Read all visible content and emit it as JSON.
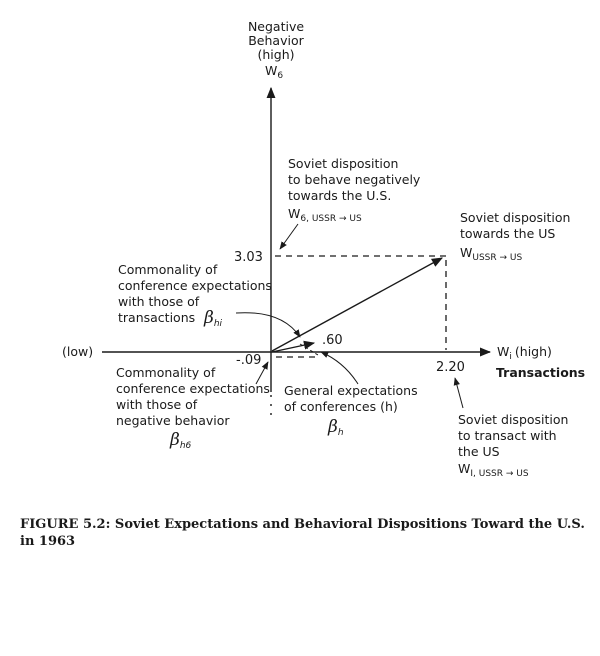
{
  "figure": {
    "y_axis": {
      "label_lines": [
        "Negative",
        "Behavior",
        "(high)"
      ],
      "var": "W",
      "var_sub": "6"
    },
    "x_axis": {
      "low_label": "(low)",
      "var": "W",
      "var_sub": "i",
      "high_label": "(high)",
      "title": "Transactions"
    },
    "values": {
      "w6": "3.03",
      "wi": "2.20",
      "beta_hi": ".60",
      "beta_h6": "-.09"
    },
    "annotations": {
      "w6_note": {
        "lines": [
          "Soviet disposition",
          "to behave negatively",
          "towards the U.S."
        ],
        "var": "W",
        "sub": "6, USSR → US"
      },
      "vector_note": {
        "lines": [
          "Soviet disposition",
          "towards the US"
        ],
        "var": "W",
        "sub": "USSR → US"
      },
      "beta_hi_note": {
        "lines": [
          "Commonality of",
          "conference expectations",
          "with those of",
          "transactions"
        ],
        "greek": "β",
        "sub": "hi"
      },
      "beta_h6_note": {
        "lines": [
          "Commonality of",
          "conference expectations",
          "with those of",
          "negative behavior"
        ],
        "greek": "β",
        "sub": "h6"
      },
      "beta_h_note": {
        "lines": [
          "General expectations",
          "of conferences (h)"
        ],
        "greek": "β",
        "sub": "h"
      },
      "wi_note": {
        "lines": [
          "Soviet disposition",
          "to transact with",
          "the US"
        ],
        "var": "W",
        "sub": "I, USSR → US"
      }
    },
    "caption": "FIGURE 5.2: Soviet Expectations and Behavioral Dispositions Toward the U.S. in 1963"
  }
}
